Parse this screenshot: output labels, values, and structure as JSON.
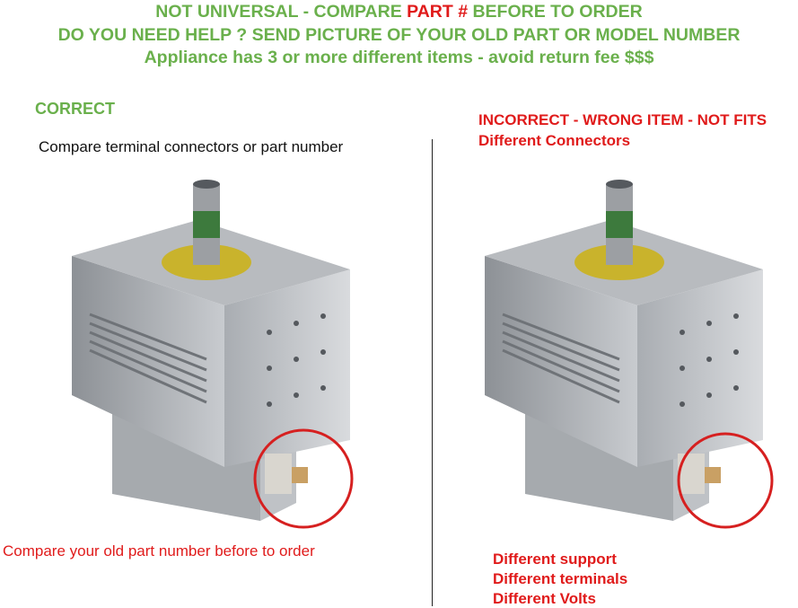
{
  "header": {
    "line1_prefix": "NOT UNIVERSAL - COMPARE ",
    "line1_highlight": "PART #",
    "line1_suffix": " BEFORE TO ORDER",
    "line2": "DO YOU NEED HELP ? SEND PICTURE OF YOUR OLD PART OR MODEL NUMBER",
    "line3": "Appliance has 3 or more different items  - avoid return fee $$$"
  },
  "left": {
    "title": "CORRECT",
    "subtitle": "Compare terminal connectors or part number",
    "footer": "Compare your old part number before to order"
  },
  "right": {
    "title": "INCORRECT - WRONG ITEM - NOT FITS",
    "subtitle": "Different Connectors",
    "differences": [
      "Different support",
      "Different terminals",
      "Different Volts"
    ]
  },
  "colors": {
    "green": "#6ab04c",
    "red": "#e01b1b"
  },
  "icons": [
    "magnetron-image",
    "highlight-circle"
  ]
}
